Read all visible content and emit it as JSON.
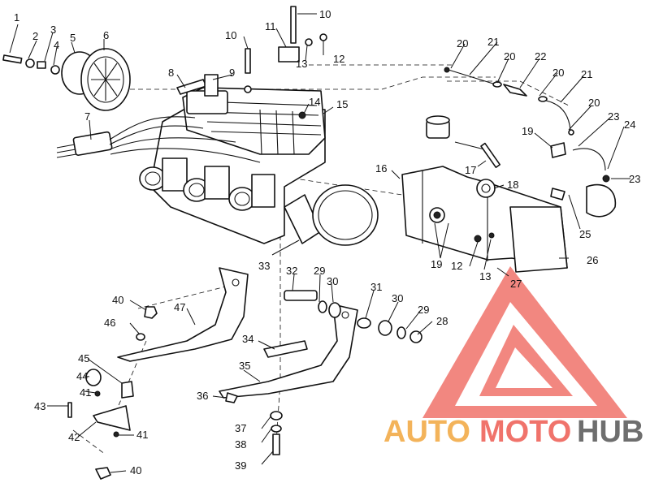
{
  "diagram": {
    "callouts": [
      {
        "id": "c1",
        "text": "1"
      },
      {
        "id": "c2",
        "text": "2"
      },
      {
        "id": "c3",
        "text": "3"
      },
      {
        "id": "c4",
        "text": "4"
      },
      {
        "id": "c5",
        "text": "5"
      },
      {
        "id": "c6",
        "text": "6"
      },
      {
        "id": "c7",
        "text": "7"
      },
      {
        "id": "c8",
        "text": "8"
      },
      {
        "id": "c9",
        "text": "9"
      },
      {
        "id": "c10a",
        "text": "10"
      },
      {
        "id": "c10b",
        "text": "10"
      },
      {
        "id": "c11",
        "text": "11"
      },
      {
        "id": "c12a",
        "text": "12"
      },
      {
        "id": "c12b",
        "text": "12"
      },
      {
        "id": "c13a",
        "text": "13"
      },
      {
        "id": "c13b",
        "text": "13"
      },
      {
        "id": "c14",
        "text": "14"
      },
      {
        "id": "c15",
        "text": "15"
      },
      {
        "id": "c16",
        "text": "16"
      },
      {
        "id": "c17",
        "text": "17"
      },
      {
        "id": "c18",
        "text": "18"
      },
      {
        "id": "c19a",
        "text": "19"
      },
      {
        "id": "c19b",
        "text": "19"
      },
      {
        "id": "c20a",
        "text": "20"
      },
      {
        "id": "c20b",
        "text": "20"
      },
      {
        "id": "c20c",
        "text": "20"
      },
      {
        "id": "c20d",
        "text": "20"
      },
      {
        "id": "c21a",
        "text": "21"
      },
      {
        "id": "c21b",
        "text": "21"
      },
      {
        "id": "c22",
        "text": "22"
      },
      {
        "id": "c23a",
        "text": "23"
      },
      {
        "id": "c23b",
        "text": "23"
      },
      {
        "id": "c24",
        "text": "24"
      },
      {
        "id": "c25",
        "text": "25"
      },
      {
        "id": "c26",
        "text": "26"
      },
      {
        "id": "c27",
        "text": "27"
      },
      {
        "id": "c28",
        "text": "28"
      },
      {
        "id": "c29a",
        "text": "29"
      },
      {
        "id": "c29b",
        "text": "29"
      },
      {
        "id": "c30a",
        "text": "30"
      },
      {
        "id": "c30b",
        "text": "30"
      },
      {
        "id": "c31",
        "text": "31"
      },
      {
        "id": "c32",
        "text": "32"
      },
      {
        "id": "c33",
        "text": "33"
      },
      {
        "id": "c34",
        "text": "34"
      },
      {
        "id": "c35",
        "text": "35"
      },
      {
        "id": "c36",
        "text": "36"
      },
      {
        "id": "c37",
        "text": "37"
      },
      {
        "id": "c38",
        "text": "38"
      },
      {
        "id": "c39",
        "text": "39"
      },
      {
        "id": "c40a",
        "text": "40"
      },
      {
        "id": "c40b",
        "text": "40"
      },
      {
        "id": "c41a",
        "text": "41"
      },
      {
        "id": "c41b",
        "text": "41"
      },
      {
        "id": "c42",
        "text": "42"
      },
      {
        "id": "c43",
        "text": "43"
      },
      {
        "id": "c44",
        "text": "44"
      },
      {
        "id": "c45",
        "text": "45"
      },
      {
        "id": "c46",
        "text": "46"
      },
      {
        "id": "c47",
        "text": "47"
      }
    ]
  },
  "watermark": {
    "auto": "AUTO",
    "moto": "MOTO",
    "hub": "HUB",
    "colors": {
      "red": "#f0736b",
      "orange": "#f3b35a",
      "gray": "#6e6e6e"
    }
  }
}
